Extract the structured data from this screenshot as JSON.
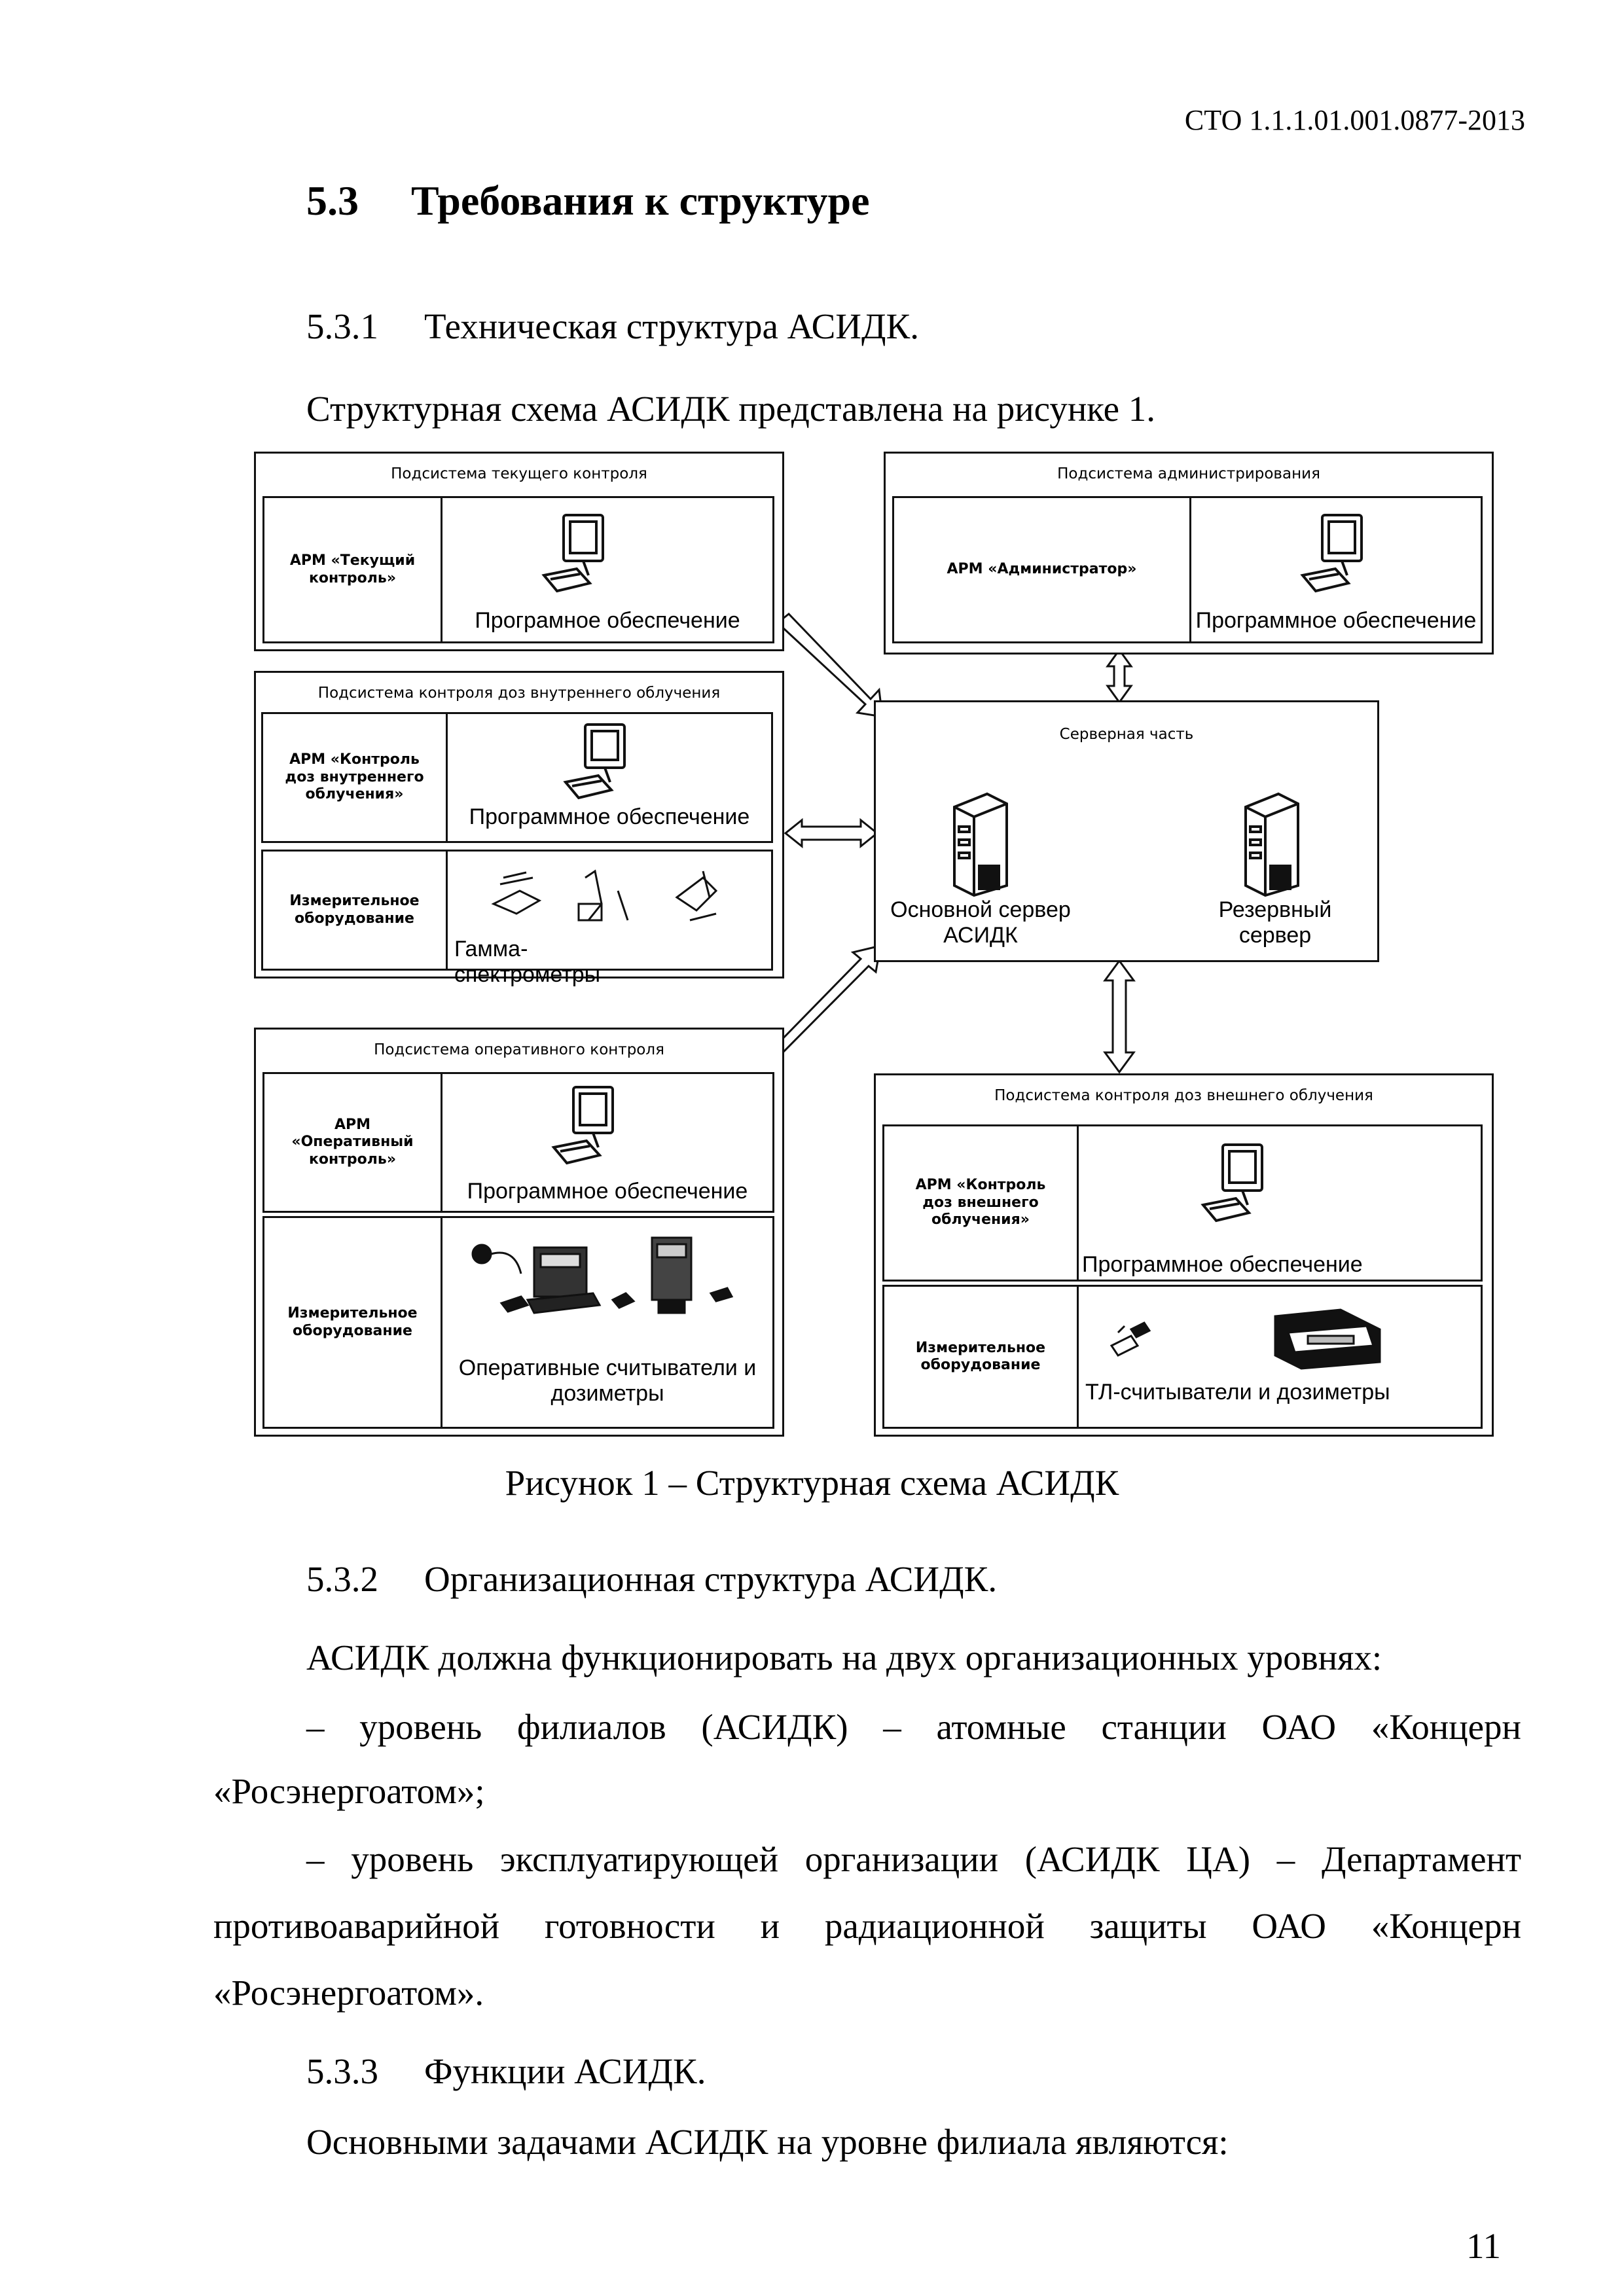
{
  "header": {
    "doc_code": "СТО 1.1.1.01.001.0877-2013"
  },
  "section": {
    "number": "5.3",
    "title": "Требования к структуре"
  },
  "sub_531": {
    "number": "5.3.1",
    "title": "Техническая структура АСИДК."
  },
  "para_intro": "Структурная схема АСИДК представлена на рисунке 1.",
  "diagram": {
    "current_control": {
      "title": "Подсистема текущего контроля",
      "arm_label": "АРМ «Текущий\nконтроль»",
      "software": "Програмное обеспечение"
    },
    "administration": {
      "title": "Подсистема администрирования",
      "arm_label": "АРМ «Администратор»",
      "software": "Программное обеспечение"
    },
    "internal_dose": {
      "title": "Подсистема контроля доз внутреннего облучения",
      "arm_label": "АРМ «Контроль\nдоз внутреннего\nоблучения»",
      "software": "Программное обеспечение",
      "equipment_label": "Измерительное\nоборудование",
      "equipment_caption": "Гамма-спектрометры"
    },
    "server": {
      "title": "Серверная часть",
      "main_server": "Основной\nсервер АСИДК",
      "backup_server": "Резервный\nсервер"
    },
    "operative_control": {
      "title": "Подсистема оперативного контроля",
      "arm_label": "АРМ\n«Оперативный\nконтроль»",
      "software": "Программное обеспечение",
      "equipment_label": "Измерительное\nоборудование",
      "equipment_caption": "Оперативные считыватели и\nдозиметры"
    },
    "external_dose": {
      "title": "Подсистема контроля доз внешнего облучения",
      "arm_label": "АРМ «Контроль\nдоз внешнего\nоблучения»",
      "software": "Программное обеспечение",
      "equipment_label": "Измерительное\nоборудование",
      "equipment_caption": "ТЛ-считыватели и дозиметры"
    }
  },
  "figure_caption": "Рисунок 1 – Структурная схема АСИДК",
  "sub_532": {
    "number": "5.3.2",
    "title": "Организационная структура АСИДК."
  },
  "para_levels": "АСИДК должна функционировать на двух организационных уровнях:",
  "item1_line1": "– уровень филиалов (АСИДК) – атомные станции ОАО «Концерн",
  "item1_line2": "«Росэнергоатом»;",
  "item2_line1": "– уровень эксплуатирующей организации (АСИДК ЦА) – Департамент",
  "item2_line2": "противоаварийной готовности и радиационной защиты ОАО «Концерн",
  "item2_line3": "«Росэнергоатом».",
  "sub_533": {
    "number": "5.3.3",
    "title": "Функции АСИДК."
  },
  "para_tasks": "Основными задачами АСИДК на уровне филиала являются:",
  "page_number": "11"
}
